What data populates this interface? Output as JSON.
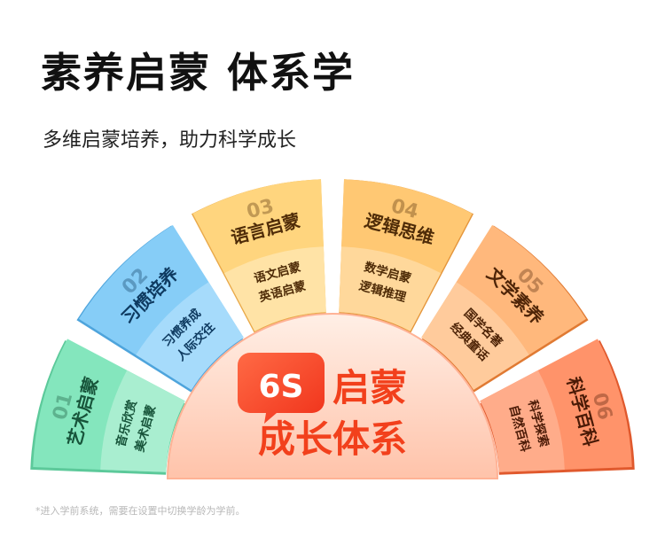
{
  "header": {
    "title": "素养启蒙 体系学",
    "subtitle": "多维启蒙培养，助力科学成长"
  },
  "center": {
    "badge": "6S",
    "line1": "启蒙",
    "line2": "成长体系",
    "accent": "#f2401c"
  },
  "segments": [
    {
      "num": "01",
      "title": "艺术启蒙",
      "subs": [
        "音乐欣赏",
        "美术启蒙"
      ],
      "outer": "#84e6bd",
      "inner": "#a9eed0",
      "edge": "#5cc99a",
      "text": "#17543a"
    },
    {
      "num": "02",
      "title": "习惯培养",
      "subs": [
        "习惯养成",
        "人际交往"
      ],
      "outer": "#86cdf7",
      "inner": "#a6dbfb",
      "edge": "#4ea4dc",
      "text": "#0e3a60"
    },
    {
      "num": "03",
      "title": "语言启蒙",
      "subs": [
        "语文启蒙",
        "英语启蒙"
      ],
      "outer": "#ffd57e",
      "inner": "#ffe3a6",
      "edge": "#e9a94a",
      "text": "#4f2c08"
    },
    {
      "num": "04",
      "title": "逻辑思维",
      "subs": [
        "数学启蒙",
        "逻辑推理"
      ],
      "outer": "#ffc873",
      "inner": "#ffd89b",
      "edge": "#e4953b",
      "text": "#4f2c08"
    },
    {
      "num": "05",
      "title": "文学素养",
      "subs": [
        "国学名著",
        "经典童话"
      ],
      "outer": "#ffb87c",
      "inner": "#ffcb9c",
      "edge": "#e07a33",
      "text": "#4f2508"
    },
    {
      "num": "06",
      "title": "科学百科",
      "subs": [
        "科学探索",
        "自然百科"
      ],
      "outer": "#ff936a",
      "inner": "#ffac8a",
      "edge": "#e0592d",
      "text": "#4a1a06"
    }
  ],
  "footnote": "*进入学前系统，需要在设置中切换学龄为学前。"
}
